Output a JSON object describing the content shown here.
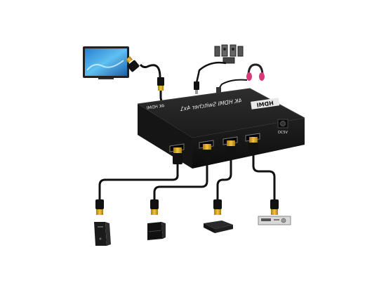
{
  "device": {
    "model_text": "4K HDMI Switcher 4x1",
    "logo_text": "HDMI",
    "port_label": "4K HDMI",
    "dc_label": "DC5V"
  },
  "colors": {
    "cable": "#111111",
    "connector_gold": "#d9a41c",
    "box": "#1c1c1c",
    "tv_screen": "#4aa8e6",
    "headphone_accent": "#d63a7a"
  },
  "icons": {
    "display": "tv-icon",
    "speakers": "speaker-system-icon",
    "headphones": "headphones-icon",
    "sources": [
      "desktop-pc-icon",
      "game-console-icon",
      "media-player-icon",
      "av-receiver-icon"
    ]
  }
}
